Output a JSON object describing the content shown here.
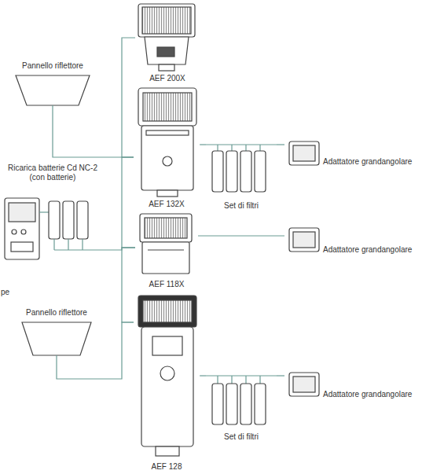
{
  "diagram": {
    "nodes": [
      {
        "text": [
          "Pannello riflettore"
        ]
      },
      {
        "text": [
          "AEF 200X"
        ]
      },
      {
        "text": [
          "Ricarica batterie Cd NC-2 (con batterie)"
        ]
      },
      {
        "text": [
          "AEF 132X"
        ]
      },
      {
        "text": [
          "Set di filtri"
        ]
      },
      {
        "text": [
          "Adattatore grandangolare"
        ]
      },
      {
        "text": [
          "AEF 118X"
        ]
      },
      {
        "text": [
          "Adattatore grandangolare"
        ]
      },
      {
        "text": [
          "Pannello riflettore"
        ]
      },
      {
        "text": [
          "AEF 128"
        ]
      },
      {
        "text": [
          "Set di filtri"
        ]
      },
      {
        "text": [
          "Adattatore grandangolare"
        ]
      }
    ],
    "edges": [
      {
        "from": 0,
        "to": 3,
        "arrow": "none"
      },
      {
        "from": 1,
        "to": 3,
        "arrow": "none"
      },
      {
        "from": 3,
        "to": 6,
        "arrow": "none"
      },
      {
        "from": 2,
        "to": 6,
        "arrow": "none"
      },
      {
        "from": 6,
        "to": 9,
        "arrow": "none"
      },
      {
        "from": 8,
        "to": 9,
        "arrow": "none"
      },
      {
        "from": 3,
        "to": 4,
        "arrow": "none"
      },
      {
        "from": 4,
        "to": 5,
        "arrow": "none"
      },
      {
        "from": 6,
        "to": 7,
        "arrow": "none"
      },
      {
        "from": 9,
        "to": 10,
        "arrow": "none"
      },
      {
        "from": 10,
        "to": 11,
        "arrow": "none"
      }
    ],
    "labels": [
      "pe"
    ]
  }
}
